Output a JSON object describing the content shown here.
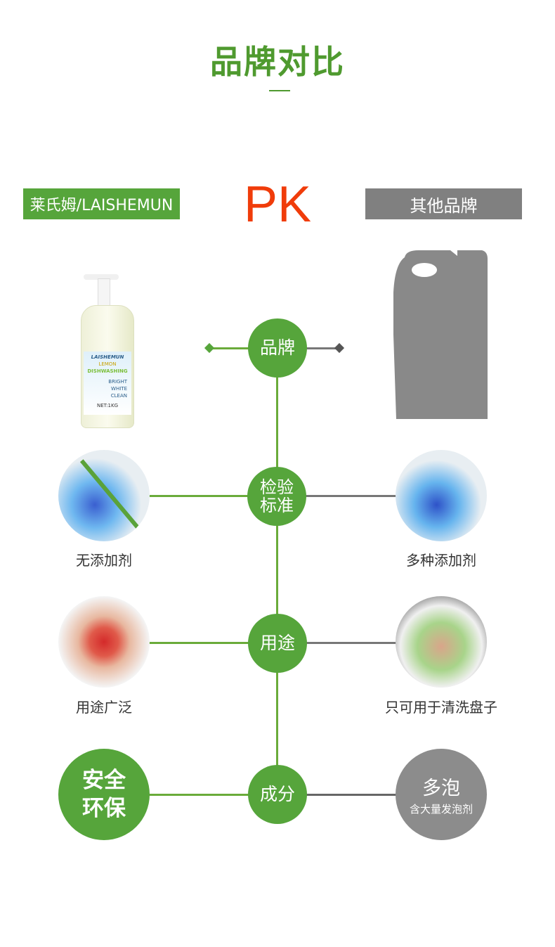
{
  "header": {
    "title": "品牌对比"
  },
  "brands": {
    "ours": "莱氏姆/LAISHEMUN",
    "vs": "PK",
    "others": "其他品牌"
  },
  "product_label": {
    "brand": "LAISHEMUN",
    "type": "LEMON",
    "name": "DISHWASHING",
    "features": [
      "BRIGHT",
      "WHITE",
      "CLEAN"
    ],
    "net": "NET:1KG"
  },
  "rows": [
    {
      "node": "品牌"
    },
    {
      "node": "检验标准",
      "left": "无添加剂",
      "right": "多种添加剂"
    },
    {
      "node": "用途",
      "left": "用途广泛",
      "right": "只可用于清洗盘子"
    },
    {
      "node": "成分",
      "left_a": "安全",
      "left_b": "环保",
      "right_a": "多泡",
      "right_b": "含大量发泡剂"
    }
  ],
  "colors": {
    "green": "#56a53b",
    "gray": "#808080",
    "pk": "#f03c0a"
  }
}
